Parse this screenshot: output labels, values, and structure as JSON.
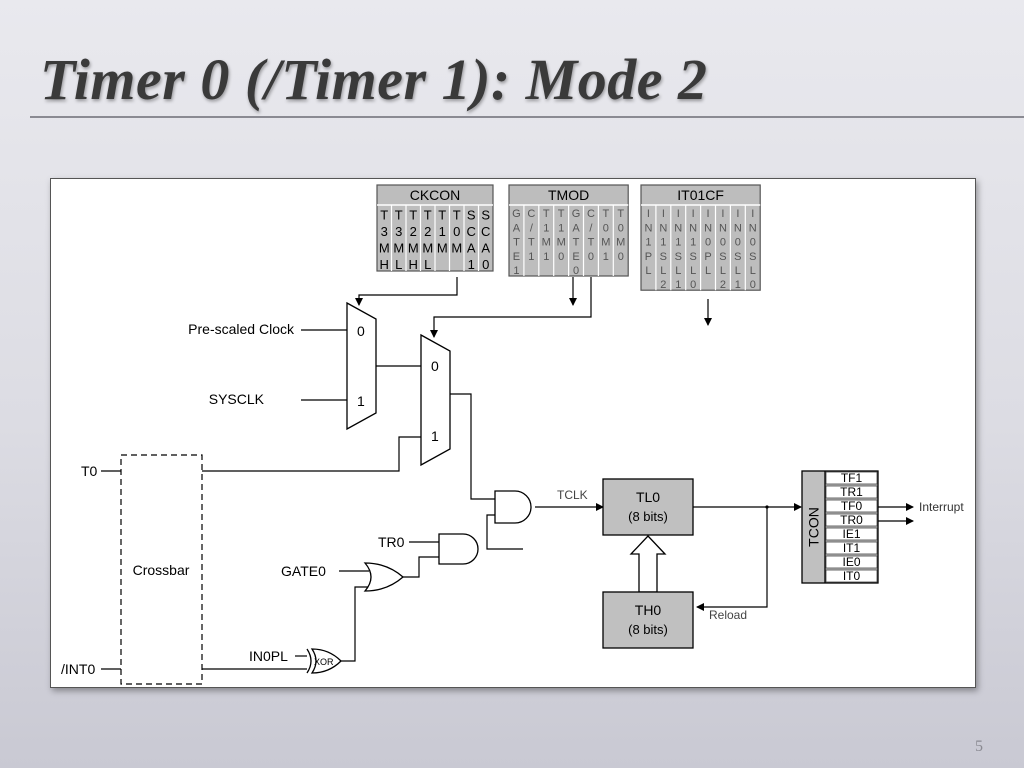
{
  "slide": {
    "title": "Timer 0 (/Timer 1): Mode 2",
    "page_number": "5"
  },
  "registers": {
    "ckcon": {
      "name": "CKCON",
      "bits": [
        [
          "T",
          "3",
          "M",
          "H"
        ],
        [
          "T",
          "3",
          "M",
          "L"
        ],
        [
          "T",
          "2",
          "M",
          "H"
        ],
        [
          "T",
          "2",
          "M",
          "L"
        ],
        [
          "T",
          "1",
          "M",
          ""
        ],
        [
          "T",
          "0",
          "M",
          ""
        ],
        [
          "S",
          "C",
          "A",
          "1"
        ],
        [
          "S",
          "C",
          "A",
          "0"
        ]
      ]
    },
    "tmod": {
      "name": "TMOD",
      "bits": [
        [
          "G",
          "A",
          "T",
          "E",
          "1"
        ],
        [
          "C",
          "/",
          "T",
          "1",
          ""
        ],
        [
          "T",
          "1",
          "M",
          "1",
          ""
        ],
        [
          "T",
          "1",
          "M",
          "0",
          ""
        ],
        [
          "G",
          "A",
          "T",
          "E",
          "0"
        ],
        [
          "C",
          "/",
          "T",
          "0",
          ""
        ],
        [
          "T",
          "0",
          "M",
          "1",
          ""
        ],
        [
          "T",
          "0",
          "M",
          "0",
          ""
        ]
      ]
    },
    "it01cf": {
      "name": "IT01CF",
      "bits": [
        [
          "I",
          "N",
          "1",
          "P",
          "L",
          ""
        ],
        [
          "I",
          "N",
          "1",
          "S",
          "L",
          "2"
        ],
        [
          "I",
          "N",
          "1",
          "S",
          "L",
          "1"
        ],
        [
          "I",
          "N",
          "1",
          "S",
          "L",
          "0"
        ],
        [
          "I",
          "N",
          "0",
          "P",
          "L",
          ""
        ],
        [
          "I",
          "N",
          "0",
          "S",
          "L",
          "2"
        ],
        [
          "I",
          "N",
          "0",
          "S",
          "L",
          "1"
        ],
        [
          "I",
          "N",
          "0",
          "S",
          "L",
          "0"
        ]
      ]
    }
  },
  "mux1": {
    "in0": "0",
    "in1": "1"
  },
  "mux2": {
    "in0": "0",
    "in1": "1"
  },
  "labels": {
    "prescaled_clock": "Pre-scaled Clock",
    "sysclk": "SYSCLK",
    "t0": "T0",
    "int0": "/INT0",
    "crossbar": "Crossbar",
    "tr0": "TR0",
    "gate0": "GATE0",
    "in0pl": "IN0PL",
    "xor": "XOR",
    "tclk": "TCLK",
    "reload": "Reload",
    "interrupt": "Interrupt"
  },
  "tl0": {
    "name": "TL0",
    "sub": "(8 bits)"
  },
  "th0": {
    "name": "TH0",
    "sub": "(8 bits)"
  },
  "tcon": {
    "name": "TCON",
    "bits": [
      "TF1",
      "TR1",
      "TF0",
      "TR0",
      "IE1",
      "IT1",
      "IE0",
      "IT0"
    ]
  },
  "colors": {
    "register_fill": "#bdbdbd",
    "block_fill": "#c0c0c0",
    "slide_title": "#3a3a3a"
  }
}
